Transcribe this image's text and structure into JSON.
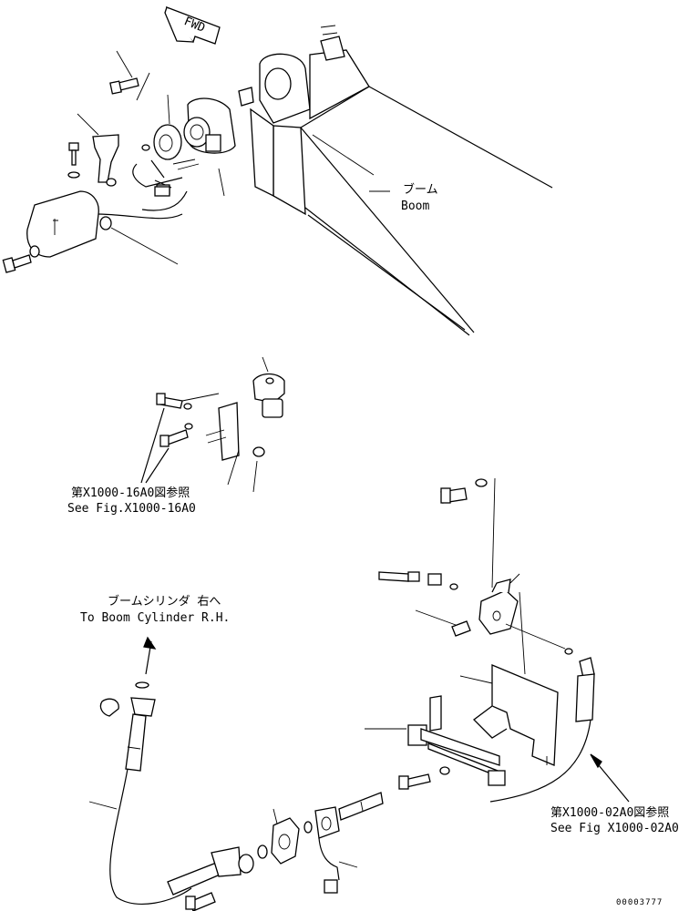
{
  "fwd_label": "FWD",
  "boom": {
    "jp": "ブーム",
    "en": "Boom"
  },
  "ref_16a0": {
    "jp": "第X1000-16A0図参照",
    "en": "See Fig.X1000-16A0"
  },
  "boom_cylinder": {
    "jp": "ブームシリンダ 右へ",
    "en": "To Boom Cylinder R.H."
  },
  "ref_02a0": {
    "jp": "第X1000-02A0図参照",
    "en": "See Fig X1000-02A0"
  },
  "drawing_number": "00003777"
}
